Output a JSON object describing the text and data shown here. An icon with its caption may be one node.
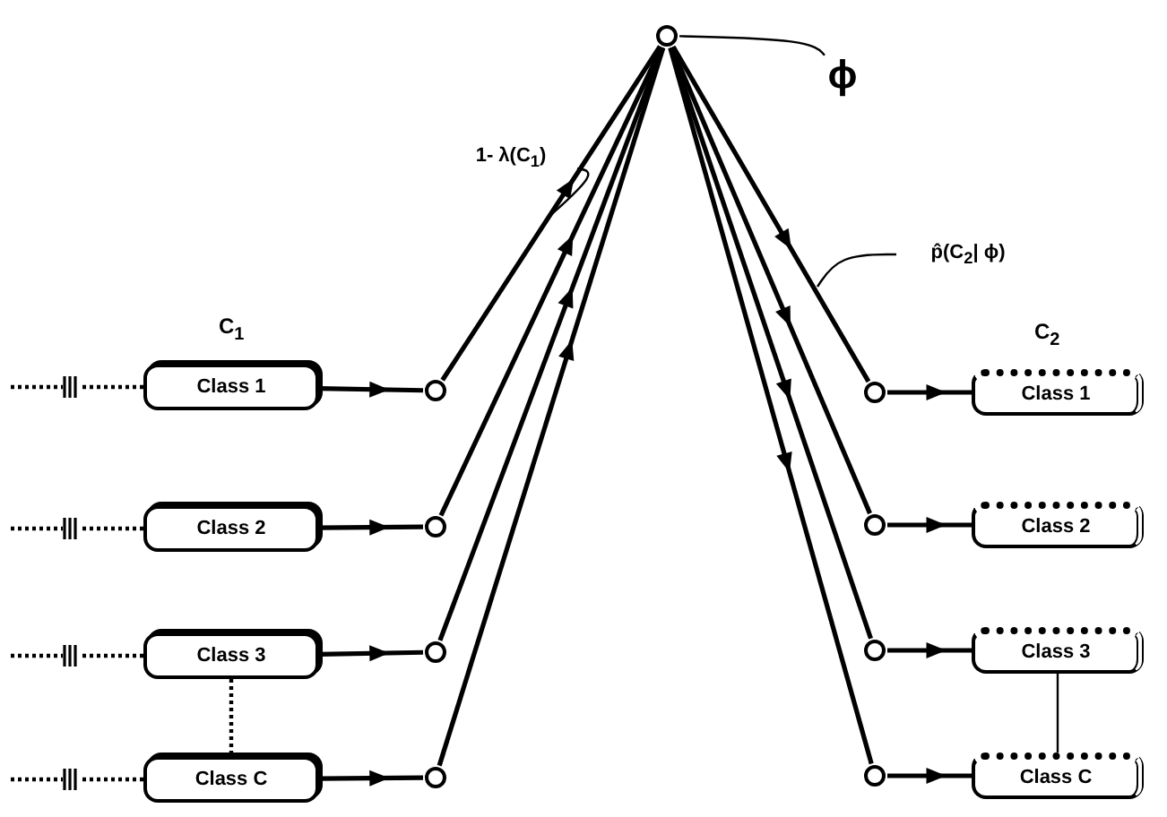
{
  "diagram": {
    "nodes": [
      {
        "text": [],
        "shape": "circle"
      },
      {
        "text": [
          "ϕ"
        ]
      },
      {
        "text": [
          "1- λ(C$_{1}$)"
        ]
      },
      {
        "text": [
          "p̂(C$_{2}$| ϕ)"
        ]
      },
      {
        "text": [
          "Class 1"
        ]
      },
      {
        "text": [
          "Class 2"
        ]
      },
      {
        "text": [
          "Class 3"
        ]
      },
      {
        "text": [
          "Class C"
        ]
      },
      {
        "text": [],
        "shape": "circle"
      },
      {
        "text": [],
        "shape": "circle"
      },
      {
        "text": [],
        "shape": "circle"
      },
      {
        "text": [],
        "shape": "circle"
      },
      {
        "text": [],
        "shape": "circle"
      },
      {
        "text": [],
        "shape": "circle"
      },
      {
        "text": [],
        "shape": "circle"
      },
      {
        "text": [],
        "shape": "circle"
      },
      {
        "text": [
          "Class 1"
        ]
      },
      {
        "text": [
          "Class 2"
        ]
      },
      {
        "text": [
          "Class 3"
        ]
      },
      {
        "text": [
          "Class C"
        ]
      }
    ],
    "edges": [
      {
        "from": 1,
        "to": 0,
        "arrow": "none"
      },
      {
        "from": 2,
        "to": null,
        "arrow": "none"
      },
      {
        "from": 3,
        "to": null,
        "arrow": "none"
      },
      {
        "from": null,
        "to": 4,
        "arrow": "none",
        "style": "dashed"
      },
      {
        "from": null,
        "to": 5,
        "arrow": "none",
        "style": "dashed"
      },
      {
        "from": null,
        "to": 6,
        "arrow": "none",
        "style": "dashed"
      },
      {
        "from": null,
        "to": 7,
        "arrow": "none",
        "style": "dashed"
      },
      {
        "from": 6,
        "to": 7,
        "arrow": "none",
        "style": "dashed"
      },
      {
        "from": 4,
        "to": 8,
        "arrow": "to"
      },
      {
        "from": 5,
        "to": 9,
        "arrow": "to"
      },
      {
        "from": 6,
        "to": 10,
        "arrow": "to"
      },
      {
        "from": 7,
        "to": 11,
        "arrow": "to"
      },
      {
        "from": 8,
        "to": 0,
        "arrow": "to"
      },
      {
        "from": 9,
        "to": 0,
        "arrow": "to"
      },
      {
        "from": 10,
        "to": 0,
        "arrow": "to"
      },
      {
        "from": 11,
        "to": 0,
        "arrow": "to"
      },
      {
        "from": 0,
        "to": 12,
        "arrow": "to"
      },
      {
        "from": 0,
        "to": 13,
        "arrow": "to"
      },
      {
        "from": 0,
        "to": 14,
        "arrow": "to"
      },
      {
        "from": 0,
        "to": 15,
        "arrow": "to"
      },
      {
        "from": 12,
        "to": 16,
        "arrow": "to"
      },
      {
        "from": 13,
        "to": 17,
        "arrow": "to"
      },
      {
        "from": 14,
        "to": 18,
        "arrow": "to"
      },
      {
        "from": 15,
        "to": 19,
        "arrow": "to"
      },
      {
        "from": 18,
        "to": 19,
        "arrow": "none"
      }
    ],
    "labels": [
      "C$_{1}$",
      "C$_{2}$"
    ]
  }
}
